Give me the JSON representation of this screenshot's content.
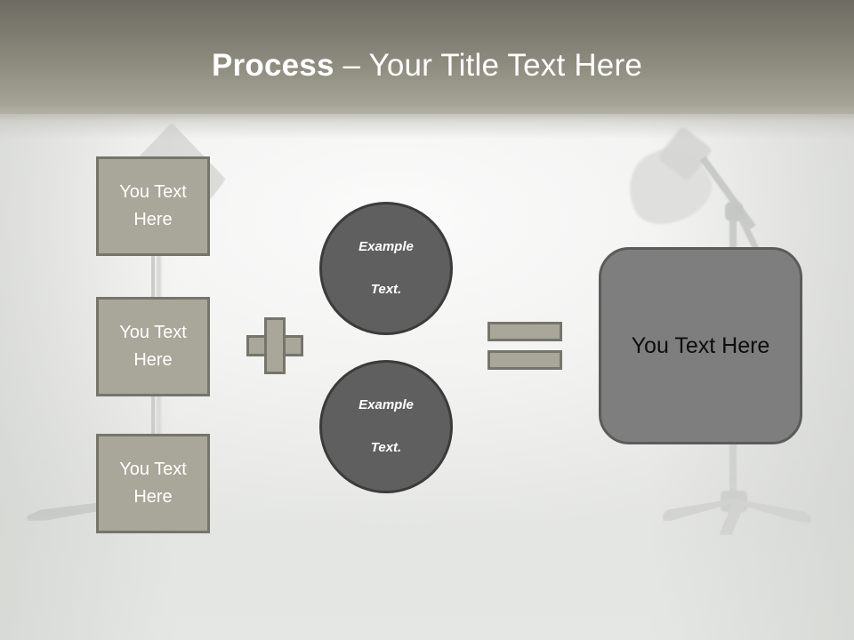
{
  "slide": {
    "title": {
      "strong": "Process",
      "rest": " – Your Title Text Here"
    }
  },
  "theme": {
    "header_gradient_top": "#6e6c62",
    "header_gradient_bottom": "#aaa89a",
    "box_fill": "#a9a79a",
    "box_border": "#76756b",
    "circle_fill": "#5f5f5f",
    "circle_border": "#3b3b3b",
    "result_fill": "#7e7e7e",
    "result_border": "#5b5b5b",
    "background": "#e9eae8",
    "box_text_color": "#ffffff",
    "result_text_color": "#0d0d0d"
  },
  "diagram": {
    "steps": [
      {
        "label": "You Text Here"
      },
      {
        "label": "You Text Here"
      },
      {
        "label": "You Text Here"
      }
    ],
    "operators": {
      "plus": "+",
      "equals": "="
    },
    "circles": [
      {
        "line1": "Example",
        "line2": "Text."
      },
      {
        "line1": "Example",
        "line2": "Text."
      }
    ],
    "result": {
      "label": "You Text Here"
    }
  },
  "background_scene": {
    "lamp": "studio-lamp",
    "stand": "tripod-stand",
    "softbox": "softbox-umbrella"
  }
}
